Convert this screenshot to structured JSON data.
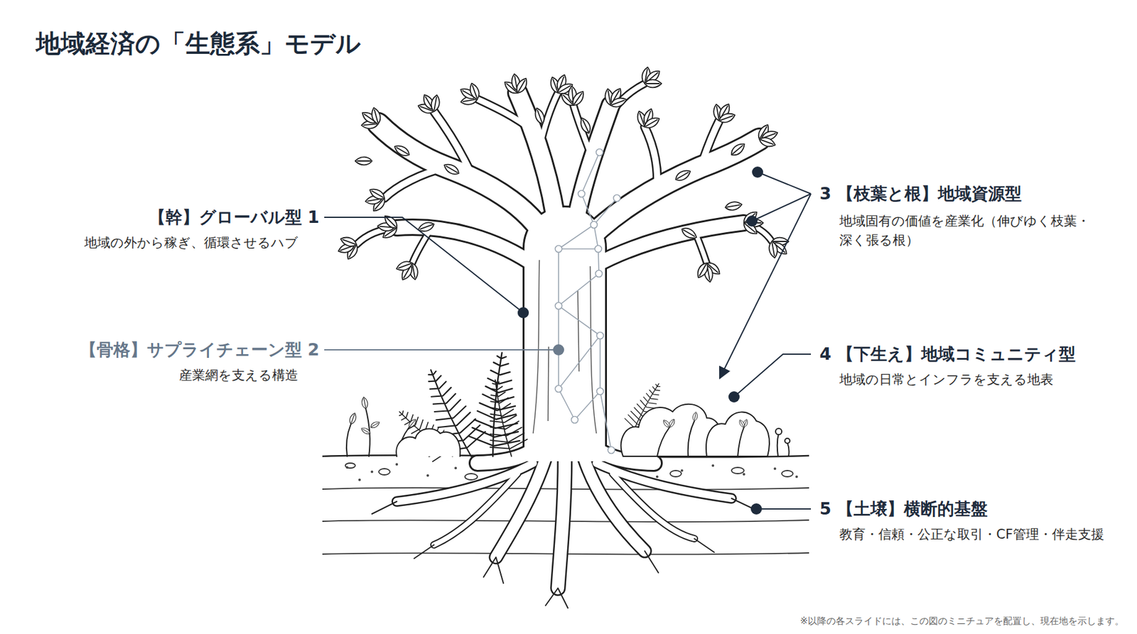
{
  "diagram": {
    "title": "地域経済の「生態系」モデル",
    "caption": "※以降の各スライドには、この図のミニチュアを配置し、現在地を示します。",
    "labels": [
      "【幹】グローバル型 1",
      "地域の外から稼ぎ、循環させるハブ",
      "【骨格】サプライチェーン型 2",
      "産業網を支える構造",
      "3 【枝葉と根】地域資源型",
      "地域固有の価値を産業化（伸びゆく枝葉・ 深く張る根）",
      "4 【下生え】地域コミュニティ型",
      "地域の日常とインフラを支える地表",
      "5 【土壌】横断的基盤",
      "教育・信頼・公正な取引・CF管理・伴走支援"
    ]
  }
}
